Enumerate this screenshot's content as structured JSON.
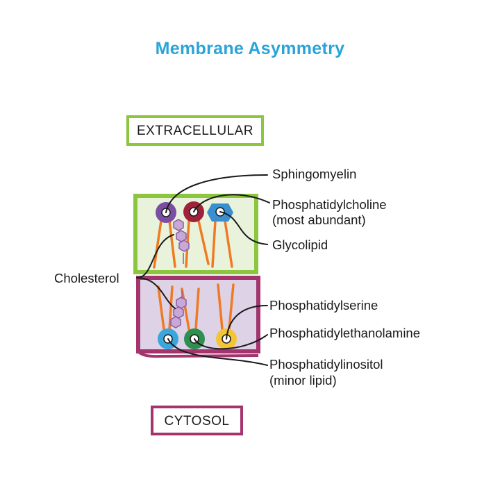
{
  "title": "Membrane Asymmetry",
  "regions": {
    "extracellular": "EXTRACELLULAR",
    "cytosol": "CYTOSOL"
  },
  "labels": {
    "sphingomyelin": "Sphingomyelin",
    "phosphatidylcholine": "Phosphatidylcholine",
    "phosphatidylcholine_note": "(most abundant)",
    "glycolipid": "Glycolipid",
    "cholesterol": "Cholesterol",
    "phosphatidylserine": "Phosphatidylserine",
    "phosphatidylethanolamine": "Phosphatidylethanolamine",
    "phosphatidylinositol": "Phosphatidylinositol",
    "phosphatidylinositol_note": "(minor lipid)"
  },
  "colors": {
    "title": "#2aa3d8",
    "outer_leaflet_border": "#8cc63f",
    "outer_leaflet_fill": "#e9f3dc",
    "inner_leaflet_border": "#a3346e",
    "inner_leaflet_fill": "#ddd2e6",
    "lipid_tail": "#f07a22",
    "sphingomyelin": "#7a4ea3",
    "phosphatidylcholine": "#a0223a",
    "glycolipid": "#3a8fd0",
    "phosphatidylserine": "#f3c534",
    "phosphatidylethanolamine": "#2e8f4e",
    "phosphatidylinositol": "#3aa6dc",
    "cholesterol": "#c8a9d6"
  }
}
